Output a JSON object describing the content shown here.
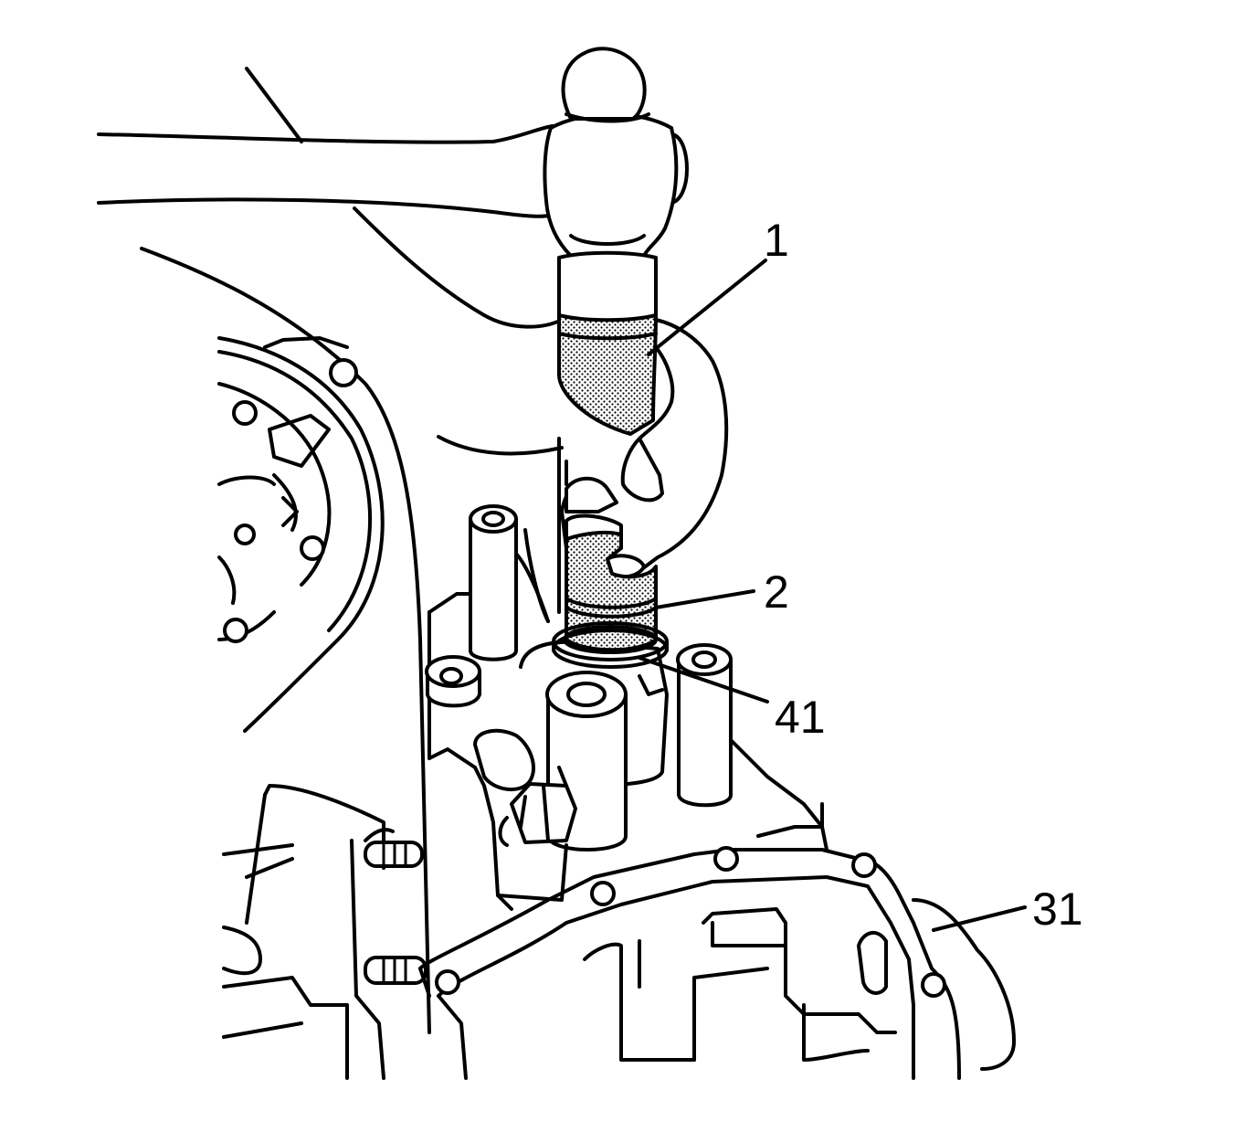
{
  "diagram": {
    "callouts": [
      {
        "id": "callout-1",
        "label": "1"
      },
      {
        "id": "callout-2",
        "label": "2"
      },
      {
        "id": "callout-41",
        "label": "41"
      },
      {
        "id": "callout-31",
        "label": "31"
      }
    ]
  }
}
